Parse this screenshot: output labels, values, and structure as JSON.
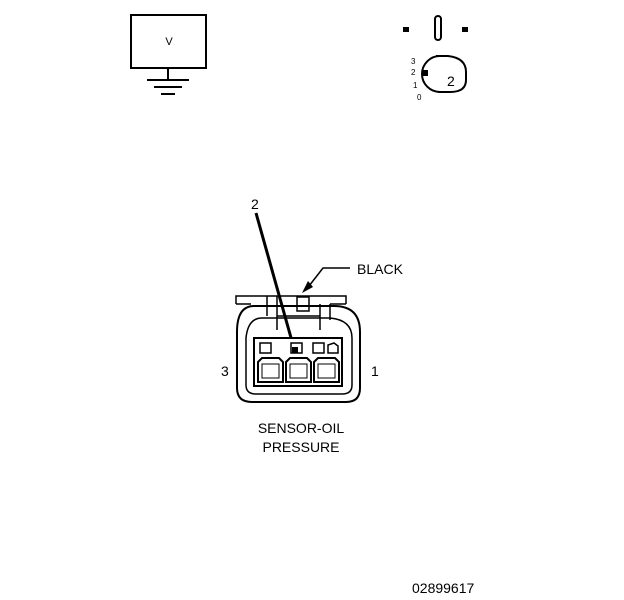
{
  "meter": {
    "symbol": "V"
  },
  "ignition_switch": {
    "positions": [
      "3",
      "2",
      "1",
      "0"
    ],
    "selected_position": "2"
  },
  "connector": {
    "callout_pin": "2",
    "color_label": "BLACK",
    "left_pin": "3",
    "right_pin": "1",
    "name_line1": "SENSOR-OIL",
    "name_line2": "PRESSURE"
  },
  "figure_id": "02899617"
}
